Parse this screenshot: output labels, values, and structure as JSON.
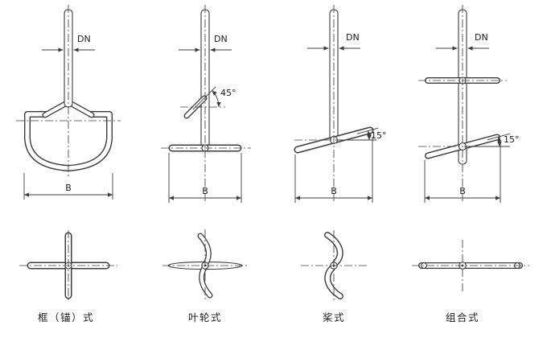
{
  "ink": "#3a3a3a",
  "columns": [
    {
      "label": "框（锚）式",
      "dn": "DN",
      "b": "B"
    },
    {
      "label": "叶轮式",
      "dn": "DN",
      "b": "B",
      "angle": "45°"
    },
    {
      "label": "桨式",
      "dn": "DN",
      "b": "B",
      "angle": "15°"
    },
    {
      "label": "组合式",
      "dn": "DN",
      "b": "B",
      "angle": "15°"
    }
  ]
}
